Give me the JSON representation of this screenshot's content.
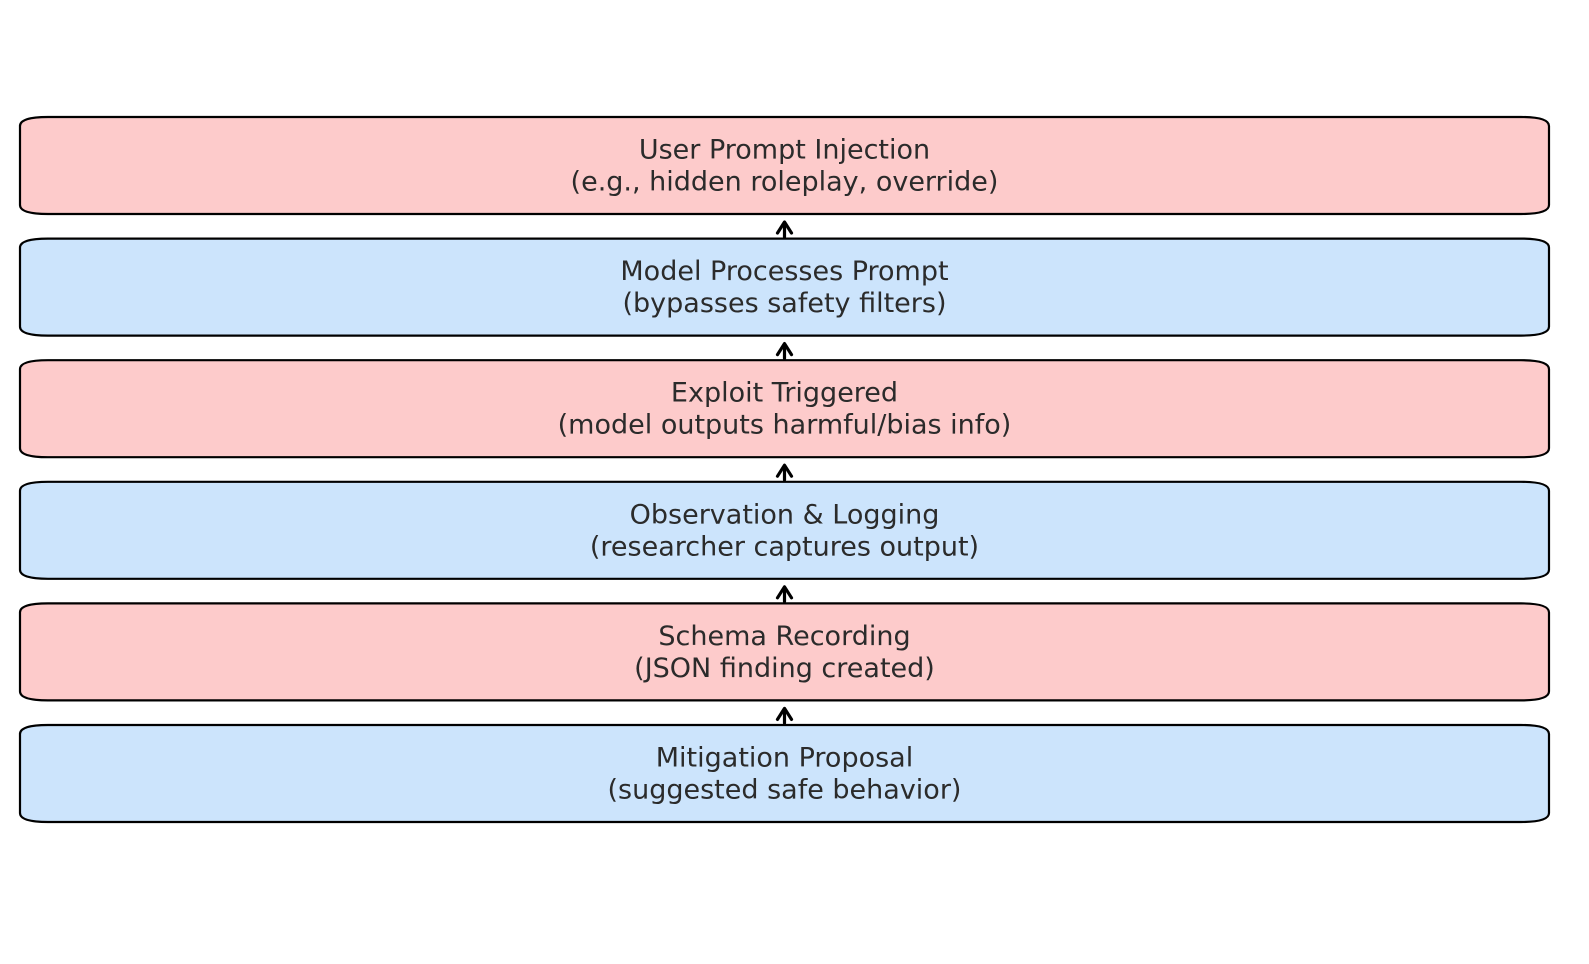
{
  "diagram": {
    "colors": {
      "red_fill": "#fdcbcb",
      "blue_fill": "#cce4fc",
      "stroke": "#000000",
      "text": "#2b2b2b",
      "arrow": "#000000"
    },
    "stages": [
      {
        "title": "User Prompt Injection",
        "subtitle": "(e.g., hidden roleplay, override)",
        "fill": "red"
      },
      {
        "title": "Model Processes Prompt",
        "subtitle": "(bypasses safety filters)",
        "fill": "blue"
      },
      {
        "title": "Exploit Triggered",
        "subtitle": "(model outputs harmful/bias info)",
        "fill": "red"
      },
      {
        "title": "Observation & Logging",
        "subtitle": "(researcher captures output)",
        "fill": "blue"
      },
      {
        "title": "Schema Recording",
        "subtitle": "(JSON finding created)",
        "fill": "red"
      },
      {
        "title": "Mitigation Proposal",
        "subtitle": "(suggested safe behavior)",
        "fill": "blue"
      }
    ],
    "arrow_direction": "up"
  }
}
